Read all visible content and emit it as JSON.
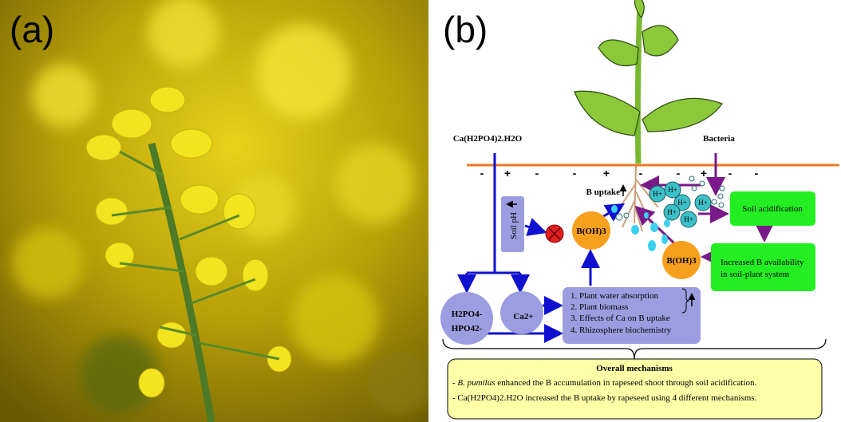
{
  "panel_a": {
    "label": "(a)"
  },
  "panel_b": {
    "label": "(b)",
    "inputs": {
      "fertilizer": "Ca(H2PO4)2.H2O",
      "bacteria": "Bacteria"
    },
    "soil_charges": [
      "-",
      "+",
      "-",
      "-",
      "+",
      "-",
      "-",
      "+",
      "-",
      "-"
    ],
    "b_uptake": "B uptake",
    "soil_ph": "Soil pH",
    "boric_acid": "B(OH)3",
    "h_ion": "H+",
    "soil_acidification": "Soil acidification",
    "increased_b": [
      "Increased  B availability",
      "in soil-plant system"
    ],
    "phosphate_ions": [
      "H2PO4-",
      "HPO42-"
    ],
    "calcium_ion": "Ca2+",
    "mechanisms": [
      "1. Plant water absorption",
      "2. Plant biomass",
      "3. Effects of Ca on B uptake",
      "4. Rhizosphere biochemistry"
    ],
    "overall": {
      "title": "Overall mechanisms",
      "line1_species": "B. pumilus",
      "line1_rest": " enhanced the B accumulation in rapeseed shoot through soil acidification.",
      "line2": "- Ca(H2PO4)2.H2O increased the B uptake by rapeseed using 4 different mechanisms."
    },
    "colors": {
      "soil_line": "#f07820",
      "blue_arrow": "#1010d0",
      "purple_arrow": "#7a1a8a",
      "lavender": "#9c9ce0",
      "orange": "#f7a01e",
      "green": "#22ee22",
      "yellow": "#ffffa8",
      "cyan": "#3cc0c8"
    }
  }
}
